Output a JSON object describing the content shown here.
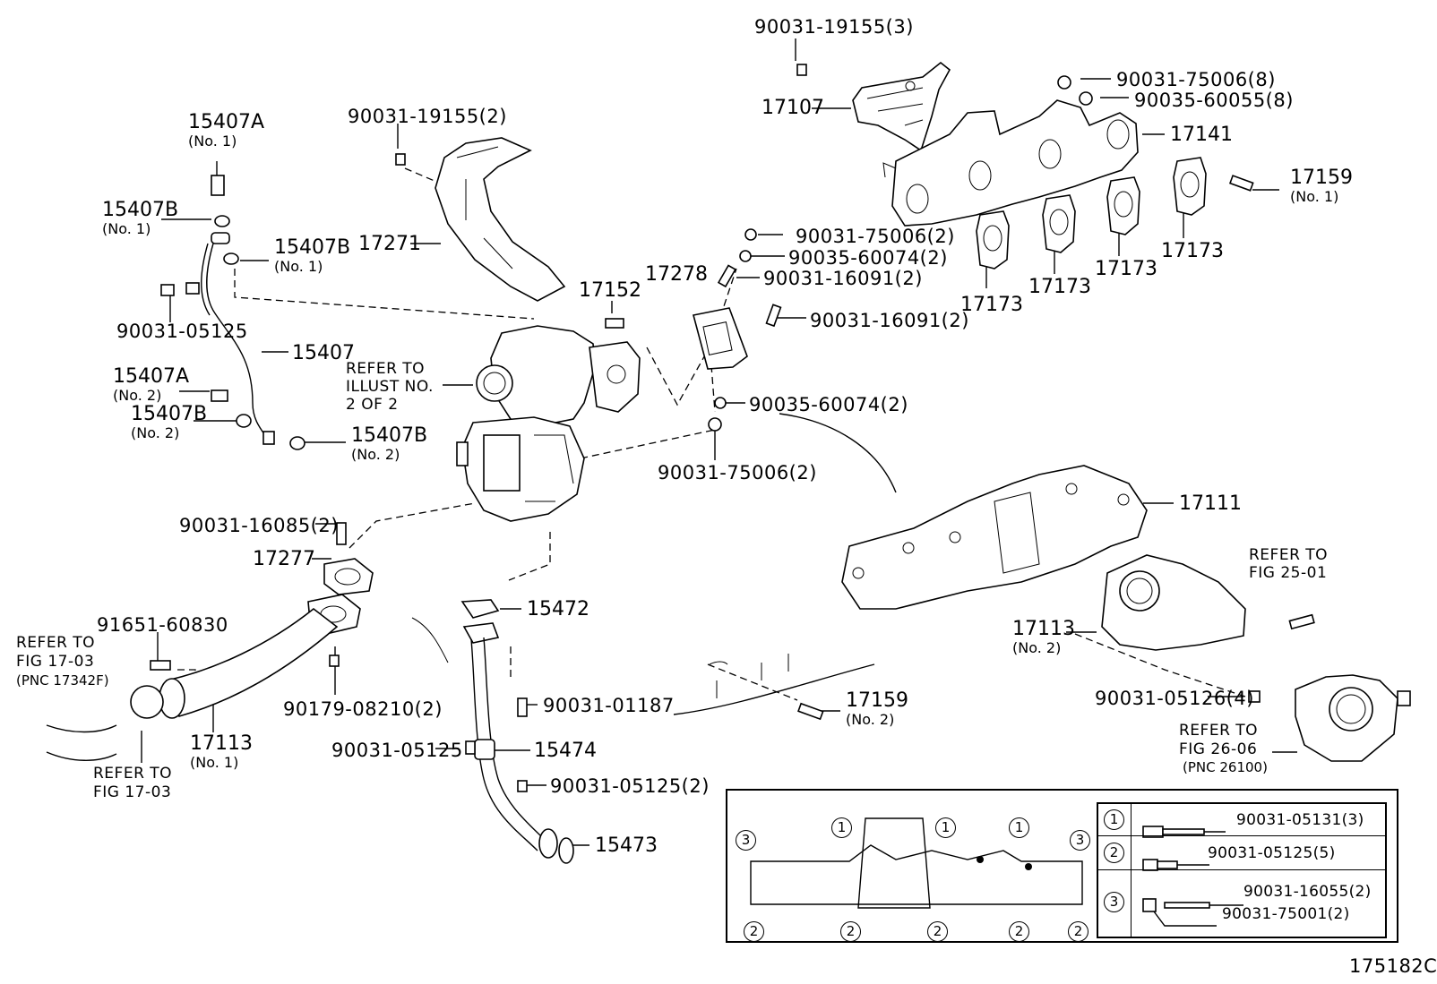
{
  "labels": {
    "p_90031_19155_3": "90031-19155(3)",
    "p_90031_75006_8": "90031-75006(8)",
    "p_90035_60055_8": "90035-60055(8)",
    "p_17107": "17107",
    "p_17141": "17141",
    "p_17159_no1": "17159",
    "p_17159_no1_sub": "(No. 1)",
    "p_15407a_no1": "15407A",
    "p_15407a_no1_sub": "(No. 1)",
    "p_90031_19155_2": "90031-19155(2)",
    "p_15407b_no1_a": "15407B",
    "p_15407b_no1_a_sub": "(No. 1)",
    "p_15407b_no1_b": "15407B",
    "p_15407b_no1_b_sub": "(No. 1)",
    "p_17271": "17271",
    "p_90031_75006_2_top": "90031-75006(2)",
    "p_90035_60074_2_top": "90035-60074(2)",
    "p_17278": "17278",
    "p_90031_16091_2_a": "90031-16091(2)",
    "p_90031_16091_2_b": "90031-16091(2)",
    "p_17152": "17152",
    "p_17173_a": "17173",
    "p_17173_b": "17173",
    "p_17173_c": "17173",
    "p_17173_d": "17173",
    "p_90031_05125_a": "90031-05125",
    "p_15407": "15407",
    "refer_illust_1": "REFER TO",
    "refer_illust_2": "ILLUST NO.",
    "refer_illust_3": "2 OF 2",
    "p_15407a_no2": "15407A",
    "p_15407a_no2_sub": "(No. 2)",
    "p_15407b_no2_a": "15407B",
    "p_15407b_no2_a_sub": "(No. 2)",
    "p_15407b_no2_b": "15407B",
    "p_15407b_no2_b_sub": "(No. 2)",
    "p_90035_60074_2_b": "90035-60074(2)",
    "p_90031_75006_2_b": "90031-75006(2)",
    "p_17111": "17111",
    "p_90031_16085_2": "90031-16085(2)",
    "p_17277": "17277",
    "refer_fig2501_1": "REFER TO",
    "refer_fig2501_2": "FIG 25-01",
    "p_15472": "15472",
    "p_91651_60830": "91651-60830",
    "refer_fig1703_a1": "REFER TO",
    "refer_fig1703_a2": "FIG 17-03",
    "refer_fig1703_a3": "(PNC 17342F)",
    "p_17113_no2": "17113",
    "p_17113_no2_sub": "(No. 2)",
    "p_90031_01187": "90031-01187",
    "p_90179_08210_2": "90179-08210(2)",
    "p_17159_no2": "17159",
    "p_17159_no2_sub": "(No. 2)",
    "p_90031_05126_4": "90031-05126(4)",
    "p_17113_no1": "17113",
    "p_17113_no1_sub": "(No. 1)",
    "p_90031_05125_b": "90031-05125",
    "p_15474": "15474",
    "refer_fig2606_1": "REFER TO",
    "refer_fig2606_2": "FIG 26-06",
    "refer_fig2606_3": "(PNC 26100)",
    "refer_fig1703_b1": "REFER TO",
    "refer_fig1703_b2": "FIG 17-03",
    "p_90031_05125_2": "90031-05125(2)",
    "p_15473": "15473",
    "illustration_id": "175182C"
  },
  "legend": {
    "marker_1": "1",
    "marker_2": "2",
    "marker_3": "3",
    "rows": [
      {
        "marker": "1",
        "parts": [
          "90031-05131(3)"
        ]
      },
      {
        "marker": "2",
        "parts": [
          "90031-05125(5)"
        ]
      },
      {
        "marker": "3",
        "parts": [
          "90031-16055(2)",
          "90031-75001(2)"
        ]
      }
    ]
  }
}
